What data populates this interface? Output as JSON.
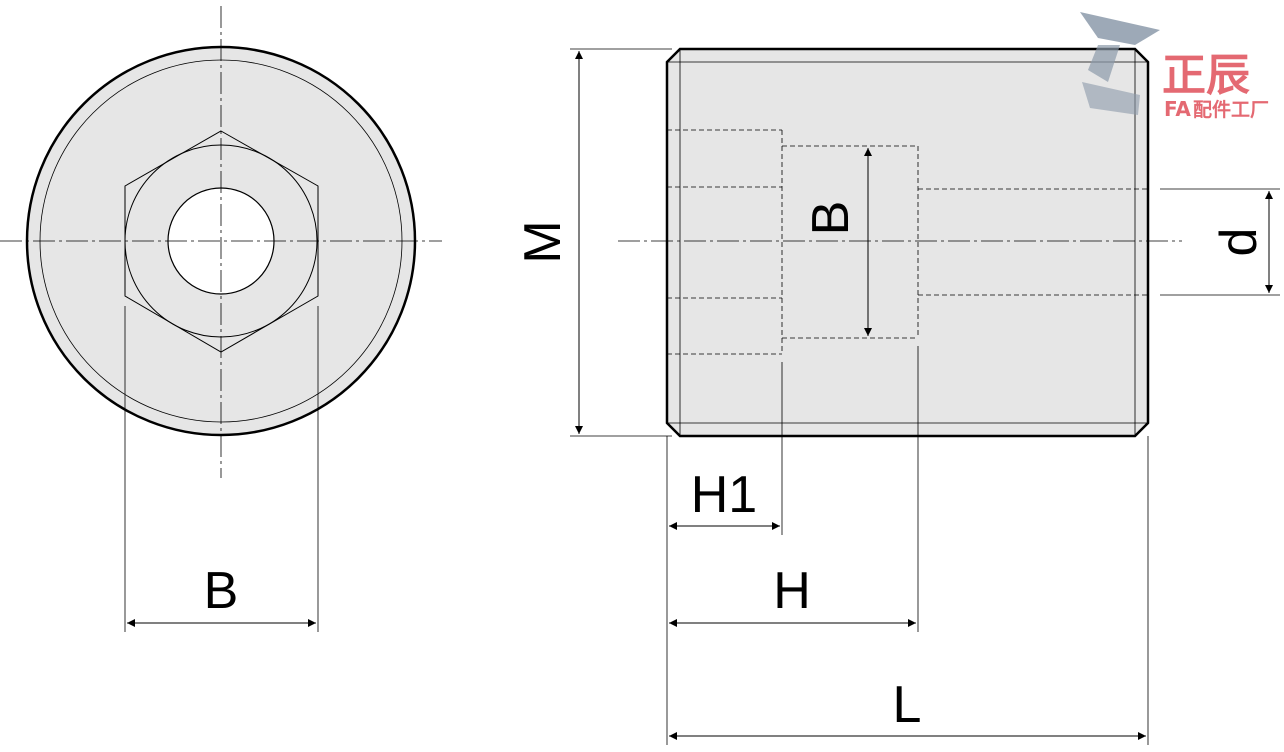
{
  "labels": {
    "end_view_width": "B",
    "hex_depth": "B",
    "outer_diameter": "M",
    "inner_diameter": "d",
    "hex_socket_offset": "H1",
    "hex_socket_end": "H",
    "total_length": "L"
  },
  "logo": {
    "brand": "正辰",
    "tagline_prefix": "FA",
    "tagline": "配件工厂"
  },
  "colors": {
    "body_fill": "#e6e6e6",
    "line": "#000000",
    "logo_red": "#e0505a",
    "logo_gray": "#8c9aaa"
  }
}
